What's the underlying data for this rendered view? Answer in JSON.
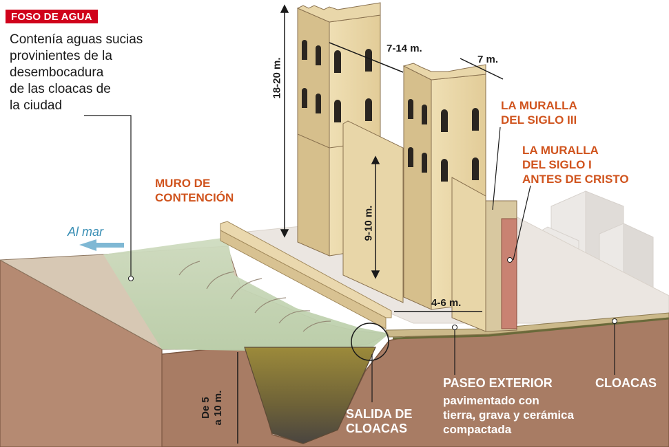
{
  "header": {
    "badge": "FOSO DE AGUA",
    "description": "Contenía aguas sucias\nprovinientes de la\ndesembocadura\nde las cloacas de\nla ciudad"
  },
  "labels": {
    "muro_contencion": "MURO DE\nCONTENCIÓN",
    "al_mar": "Al mar",
    "muralla_siglo_iii": "LA MURALLA\nDEL SIGLO III",
    "muralla_siglo_i": "LA MURALLA\nDEL SIGLO I\nANTES DE CRISTO",
    "paseo_exterior_title": "PASEO EXTERIOR",
    "paseo_exterior_desc": "pavimentado con\ntierra, grava y cerámica\ncompactada",
    "cloacas": "CLOACAS",
    "salida_cloacas": "SALIDA DE\nCLOACAS",
    "foso_depth": "De 5\na 10 m."
  },
  "dimensions": {
    "tower_height": "18-20 m.",
    "tower_spacing": "7-14 m.",
    "tower_width": "7 m.",
    "wall_height": "9-10 m.",
    "paseo_width": "4-6 m."
  },
  "colors": {
    "badge": "#d0021b",
    "orange_label": "#d0541e",
    "stone": "#e6d3a3",
    "stone_dark": "#c9b17d",
    "soil": "#a87c64",
    "water": "#c8d8b8",
    "sea_arrow": "#7fb8d4"
  }
}
